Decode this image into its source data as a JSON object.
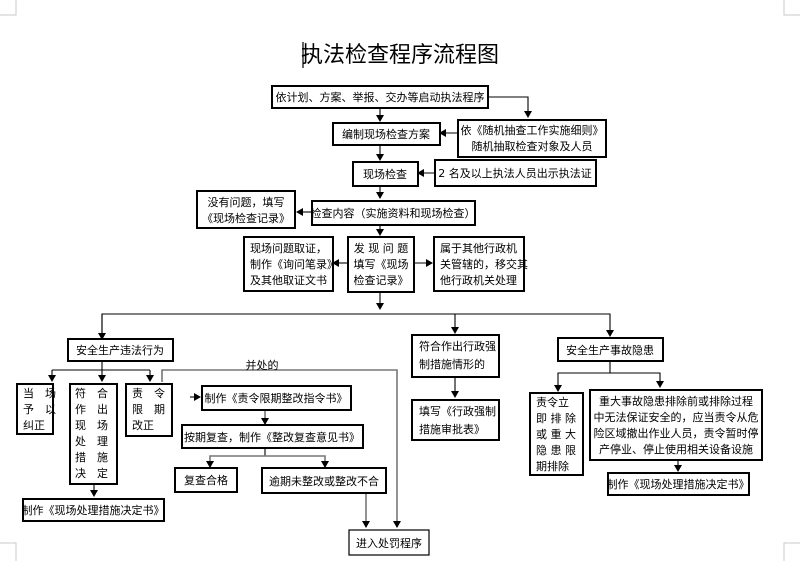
{
  "title": "执法检查程序流程图",
  "nodes": {
    "start": [
      "依计划、方案、举报、交办等启动执法程序"
    ],
    "plan": [
      "编制现场检查方案"
    ],
    "random": [
      "依《随机抽查工作实施细则》",
      "随机抽取检查对象及人员"
    ],
    "inspect": [
      "现场检查"
    ],
    "officers": [
      "2 名及以上执法人员出示执法证"
    ],
    "content": [
      "检查内容（实施资料和现场检查）"
    ],
    "no_issue": [
      "没有问题，填写",
      "《现场检查记录》"
    ],
    "evidence": [
      "现场问题取证，",
      "制作《询问笔录》",
      "及其他取证文书"
    ],
    "found": [
      "发 现 问 题",
      "填写《现场",
      "检查记录》"
    ],
    "transfer": [
      "属于其他行政机",
      "关管辖的，移交其",
      "他行政机关处理"
    ],
    "violation": [
      "安全生产违法行为"
    ],
    "coercive": [
      "符合作出行政强",
      "制措施情形的"
    ],
    "hazard": [
      "安全生产事故隐患"
    ],
    "correct_now": [
      "当　场",
      "予　以",
      "纠正"
    ],
    "on_site_measure": [
      "符　合",
      "作　出",
      "现　场",
      "处　理",
      "措　施",
      "决　定"
    ],
    "order_limit": [
      "责　令",
      "限　期",
      "改正"
    ],
    "order_doc": [
      "制作《责令限期整改指令书》"
    ],
    "recheck": [
      "按期复查，制作《整改复查意见书》"
    ],
    "pass": [
      "复查合格"
    ],
    "fail": [
      "逾期未整改或整改不合"
    ],
    "measure_doc_left": [
      "制作《现场处理措施决定书》"
    ],
    "coercive_form": [
      "填写《行政强制",
      "措施审批表》"
    ],
    "eliminate": [
      "责令立",
      "即 排 除",
      "或 重 大",
      "隐 患 限",
      "期排除"
    ],
    "major_hazard": [
      "重大事故隐患排除前或排除过程",
      "中无法保证安全的，应当责令从危",
      "险区域撤出作业人员，责令暂时停",
      "产停业、停止使用相关设备设施"
    ],
    "measure_doc_right": [
      "制作《现场处理措施决定书》"
    ],
    "penalty": [
      "进入处罚程序"
    ]
  },
  "edge_labels": {
    "concurrent": "并处的"
  },
  "colors": {
    "border": "#000000",
    "connector_gray": "#777777",
    "background": "#ffffff"
  }
}
